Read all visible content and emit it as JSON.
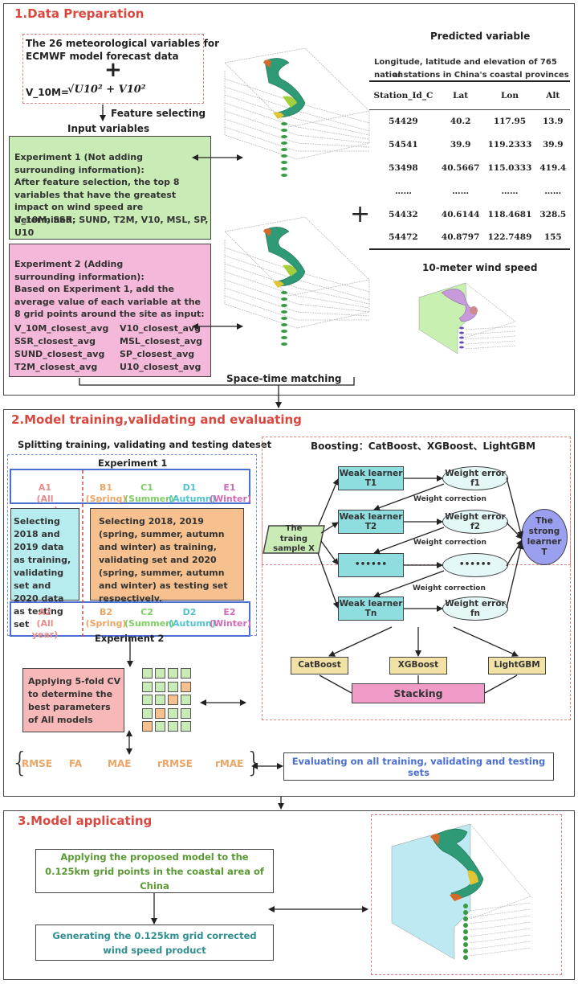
{
  "section1": {
    "title": "1.Data Preparation",
    "source_box": {
      "line1": "The 26 meteorological variables for",
      "line2": "ECMWF model forecast data",
      "plus": "+",
      "formula_lhs": "V_10M=",
      "formula_rhs": "√U10² + V10²"
    },
    "feature_selecting": "Feature selecting",
    "input_variables": "Input variables",
    "experiment1": {
      "heading": "Experiment 1 (Not adding surrounding information):",
      "body": "After feature selection, the top 8 variables that have the greatest impact on wind speed are determined:",
      "vars": "V_10M, SSR, SUND, T2M, V10, MSL, SP, U10"
    },
    "experiment2": {
      "heading": "Experiment 2 (Adding surrounding information):",
      "body": "Based on Experiment 1, add the average value of each variable at the 8 grid points around the site as input:",
      "vars_left": [
        "V_10M_closest_avg",
        "SSR_closest_avg",
        "SUND_closest_avg",
        "T2M_closest_avg"
      ],
      "vars_right": [
        "V10_closest_avg",
        "MSL_closest_avg",
        "SP_closest_avg",
        "U10_closest_avg"
      ]
    },
    "plus": "+",
    "predicted": {
      "title": "Predicted variable",
      "caption_line1": "Longitude, latitude and elevation of 765 nation",
      "caption_line2": "al stations in China's coastal provinces",
      "columns": [
        "Station_Id_C",
        "Lat",
        "Lon",
        "Alt"
      ],
      "rows": [
        [
          "54429",
          "40.2",
          "117.95",
          "13.9"
        ],
        [
          "54541",
          "39.9",
          "119.2333",
          "39.9"
        ],
        [
          "53498",
          "40.5667",
          "115.0333",
          "419.4"
        ],
        [
          "……",
          "……",
          "……",
          "……"
        ],
        [
          "54432",
          "40.6144",
          "118.4681",
          "328.5"
        ],
        [
          "54472",
          "40.8797",
          "122.7489",
          "155"
        ]
      ],
      "wind_speed_label": "10-meter wind speed"
    },
    "space_time_matching": "Space-time matching"
  },
  "section2": {
    "title": "2.Model training,validating and evaluating",
    "split_title": "Splitting training, validating and testing dateset",
    "experiment1_label": "Experiment 1",
    "experiment2_label": "Experiment 2",
    "exp1_cells": [
      {
        "code": "A1",
        "name": "(All year)",
        "color": "#e88b8b"
      },
      {
        "code": "B1",
        "name": "(Spring)",
        "color": "#eba566"
      },
      {
        "code": "C1",
        "name": "(Summer)",
        "color": "#7dcf62"
      },
      {
        "code": "D1",
        "name": "(Autumn)",
        "color": "#4fc4cf"
      },
      {
        "code": "E1",
        "name": "(Winter)",
        "color": "#d669b4"
      }
    ],
    "exp2_cells": [
      {
        "code": "A2",
        "name": "(All year)",
        "color": "#e88b8b"
      },
      {
        "code": "B2",
        "name": "(Spring)",
        "color": "#eba566"
      },
      {
        "code": "C2",
        "name": "(Summer)",
        "color": "#7dcf62"
      },
      {
        "code": "D2",
        "name": "(Autumn)",
        "color": "#4fc4cf"
      },
      {
        "code": "E2",
        "name": "(Winter)",
        "color": "#d669b4"
      }
    ],
    "all_year_box": "Selecting 2018 and 2019 data as training, validating set and 2020 data as testing set",
    "season_box": "Selecting 2018, 2019 (spring, summer, autumn and winter) as training, validating set and 2020 (spring, summer, autumn and winter) as testing set respectively.",
    "cv_box": "Applying 5-fold CV to determine the best parameters of All models",
    "metrics": [
      "RMSE",
      "FA",
      "MAE",
      "rRMSE",
      "rMAE"
    ],
    "evaluate_box": "Evaluating on all training, validating and testing sets",
    "boosting": {
      "title": "Boosting：CatBoost、XGBoost、LightGBM",
      "sample": "The traing sample X",
      "learners": [
        {
          "line1": "Weak learner",
          "line2": "T1"
        },
        {
          "line1": "Weak learner",
          "line2": "T2"
        },
        {
          "line1": "••••••",
          "line2": ""
        },
        {
          "line1": "Weak learner",
          "line2": "Tn"
        }
      ],
      "errors": [
        {
          "line1": "Weight error",
          "line2": "f1"
        },
        {
          "line1": "Weight error",
          "line2": "f2"
        },
        {
          "line1": "••••••",
          "line2": ""
        },
        {
          "line1": "Weight error",
          "line2": "fn"
        }
      ],
      "weight_correction": "Weight correction",
      "strong": "The strong learner T",
      "models": [
        "CatBoost",
        "XGBoost",
        "LightGBM"
      ],
      "stacking": "Stacking"
    }
  },
  "section3": {
    "title": "3.Model applicating",
    "apply_box": "Applying the proposed model to the 0.125km grid points in the coastal area of China",
    "generate_box": "Generating the 0.125km grid corrected wind speed product"
  },
  "colors": {
    "section_title": "#d9483f",
    "metric": "#eba566",
    "evaluate_text": "#4a6fd1",
    "apply_text": "#5a9a32",
    "generate_text": "#2f8f8f"
  }
}
